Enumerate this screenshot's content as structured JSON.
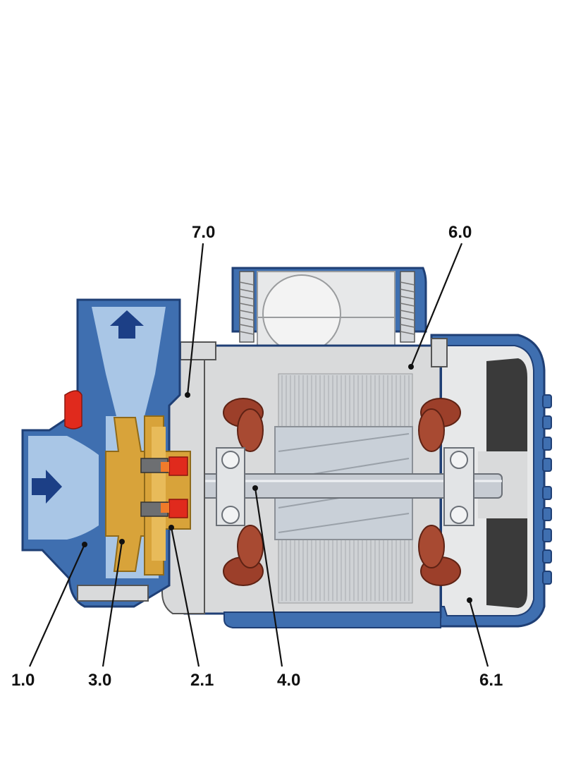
{
  "colors": {
    "housing_blue": "#3f6fb0",
    "housing_blue_light": "#a9c6e6",
    "housing_outline": "#1f3f75",
    "frame_grey": "#d9dadb",
    "frame_grey_dark": "#b5b7b9",
    "impeller_bronze": "#d8a33a",
    "winding_copper": "#9c3f2a",
    "seal_red": "#e02a1d",
    "shaft_steel": "#c7ccd3",
    "fan_dark": "#3a3a3a",
    "arrow_navy": "#1c3f86",
    "leader_line": "#111111"
  },
  "callouts": [
    {
      "id": "casing",
      "label": "1.0"
    },
    {
      "id": "impeller",
      "label": "3.0"
    },
    {
      "id": "seal",
      "label": "2.1"
    },
    {
      "id": "rotor-shaft",
      "label": "4.0"
    },
    {
      "id": "fan-cover",
      "label": "6.1"
    },
    {
      "id": "bracket",
      "label": "7.0"
    },
    {
      "id": "motor-frame",
      "label": "6.0"
    }
  ],
  "flow_arrows": [
    {
      "id": "inlet",
      "direction": "right"
    },
    {
      "id": "outlet",
      "direction": "up"
    }
  ]
}
